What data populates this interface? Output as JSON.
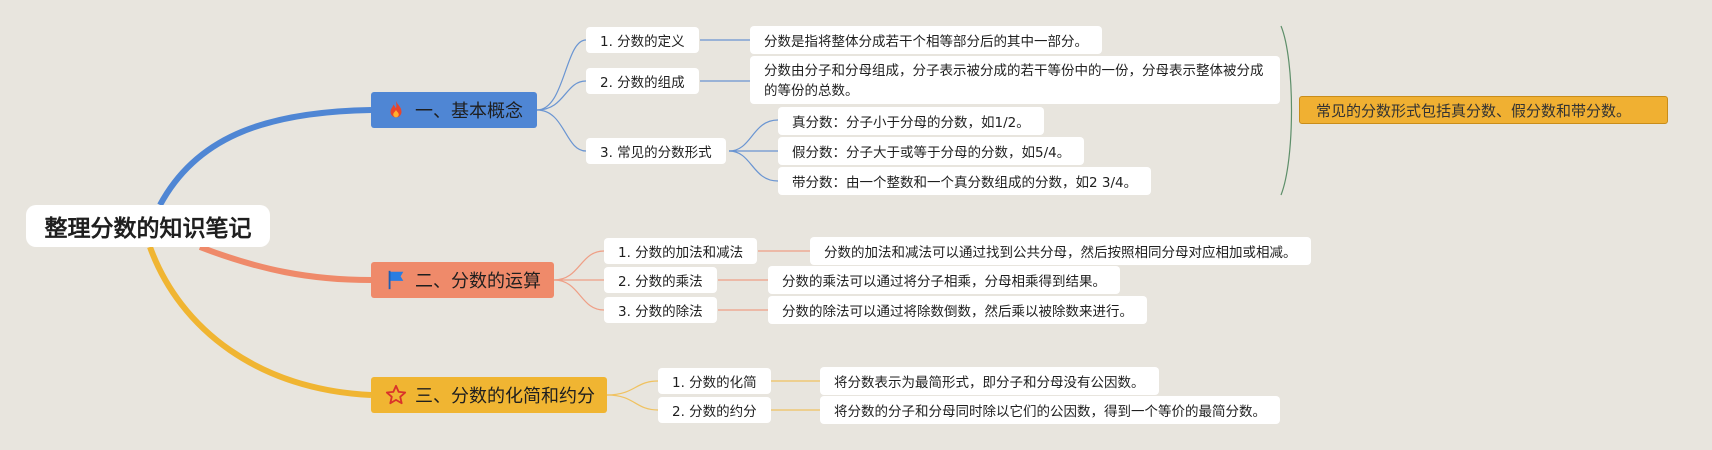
{
  "root": {
    "label": "整理分数的知识笔记"
  },
  "branches": [
    {
      "label": "一、基本概念",
      "icon": "fire-icon",
      "color": "#4f86d4",
      "items": [
        {
          "label": "1. 分数的定义",
          "details": [
            "分数是指将整体分成若干个相等部分后的其中一部分。"
          ]
        },
        {
          "label": "2. 分数的组成",
          "details": [
            "分数由分子和分母组成，分子表示被分成的若干等份中的一份，分母表示整体被分成的等份的总数。"
          ]
        },
        {
          "label": "3. 常见的分数形式",
          "details": [
            "真分数：分子小于分母的分数，如1/2。",
            "假分数：分子大于或等于分母的分数，如5/4。",
            "带分数：由一个整数和一个真分数组成的分数，如2 3/4。"
          ]
        }
      ],
      "summary": "常见的分数形式包括真分数、假分数和带分数。"
    },
    {
      "label": "二、分数的运算",
      "icon": "flag-icon",
      "color": "#ef8a6a",
      "items": [
        {
          "label": "1. 分数的加法和减法",
          "details": [
            "分数的加法和减法可以通过找到公共分母，然后按照相同分母对应相加或相减。"
          ]
        },
        {
          "label": "2. 分数的乘法",
          "details": [
            "分数的乘法可以通过将分子相乘，分母相乘得到结果。"
          ]
        },
        {
          "label": "3. 分数的除法",
          "details": [
            "分数的除法可以通过将除数倒数，然后乘以被除数来进行。"
          ]
        }
      ]
    },
    {
      "label": "三、分数的化简和约分",
      "icon": "star-icon",
      "color": "#f0b532",
      "items": [
        {
          "label": "1. 分数的化简",
          "details": [
            "将分数表示为最简形式，即分子和分母没有公因数。"
          ]
        },
        {
          "label": "2. 分数的约分",
          "details": [
            "将分数的分子和分母同时除以它们的公因数，得到一个等价的最简分数。"
          ]
        }
      ]
    }
  ]
}
